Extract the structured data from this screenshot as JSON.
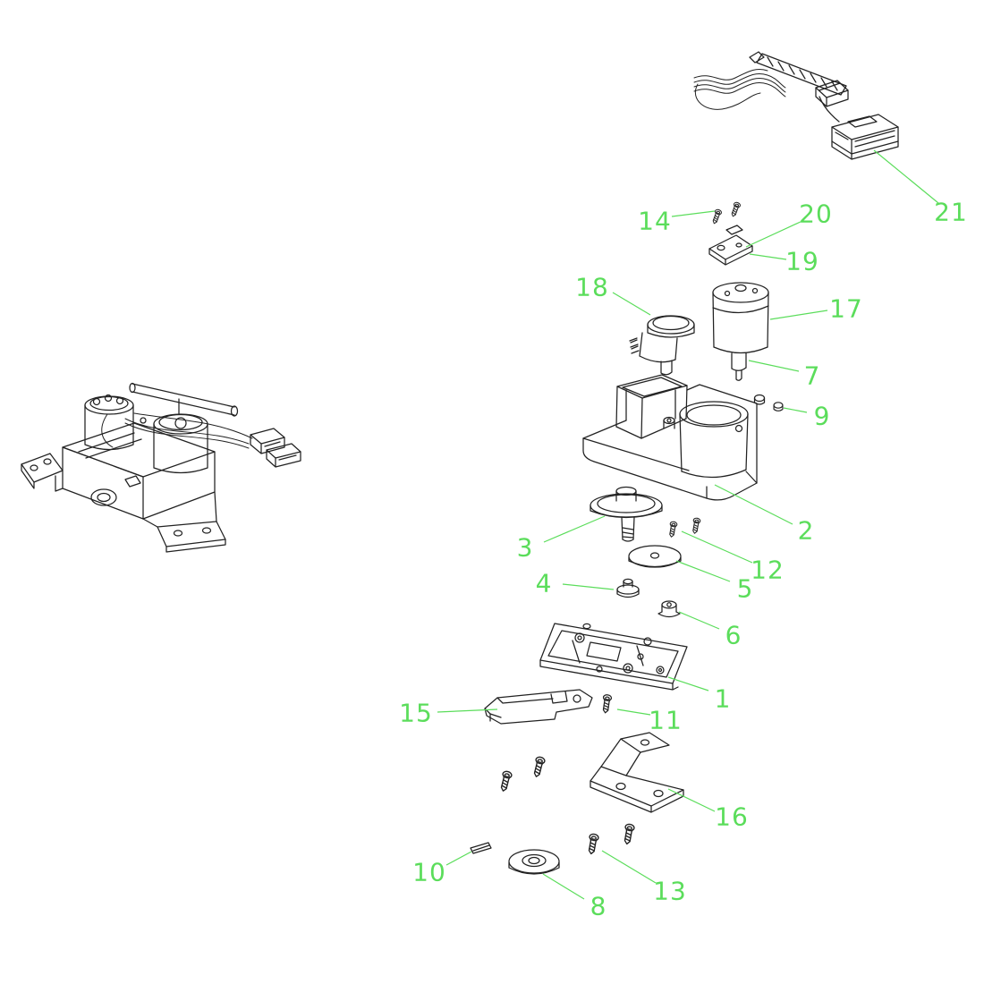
{
  "diagram": {
    "type": "exploded-parts-diagram",
    "background_color": "#ffffff",
    "line_color": "#222222",
    "accent_color": "#5bdd5b",
    "callouts": [
      {
        "label": "1"
      },
      {
        "label": "2"
      },
      {
        "label": "3"
      },
      {
        "label": "4"
      },
      {
        "label": "5"
      },
      {
        "label": "6"
      },
      {
        "label": "7"
      },
      {
        "label": "8"
      },
      {
        "label": "9"
      },
      {
        "label": "10"
      },
      {
        "label": "11"
      },
      {
        "label": "12"
      },
      {
        "label": "13"
      },
      {
        "label": "14"
      },
      {
        "label": "15"
      },
      {
        "label": "16"
      },
      {
        "label": "17"
      },
      {
        "label": "18"
      },
      {
        "label": "19"
      },
      {
        "label": "20"
      },
      {
        "label": "21"
      }
    ]
  }
}
